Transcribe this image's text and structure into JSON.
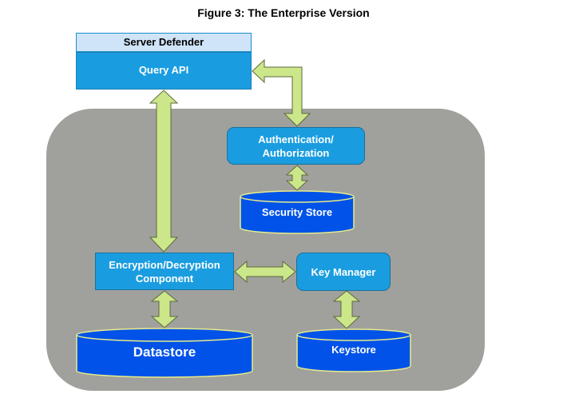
{
  "title": "Figure 3: The Enterprise Version",
  "nodes": {
    "server_defender": "Server Defender",
    "query_api": "Query API",
    "auth": [
      "Authentication/",
      "Authorization"
    ],
    "security_store": "Security Store",
    "enc_dec": [
      "Encryption/Decryption",
      "Component"
    ],
    "key_manager": "Key Manager",
    "datastore": "Datastore",
    "keystore": "Keystore"
  },
  "edges": [
    {
      "from": "query_api",
      "to": "enc_dec",
      "type": "bidirectional"
    },
    {
      "from": "query_api",
      "to": "auth",
      "type": "bidirectional"
    },
    {
      "from": "auth",
      "to": "security_store",
      "type": "bidirectional"
    },
    {
      "from": "enc_dec",
      "to": "key_manager",
      "type": "bidirectional"
    },
    {
      "from": "enc_dec",
      "to": "datastore",
      "type": "bidirectional"
    },
    {
      "from": "key_manager",
      "to": "keystore",
      "type": "bidirectional"
    }
  ],
  "colors": {
    "container": "#a0a19c",
    "box": "#1a9de0",
    "header": "#cfe4f8",
    "cylinder": "#0052e8",
    "cylinder_outline": "#e8ec8a",
    "arrow": "#cce68a",
    "arrow_outline": "#5b6b3d"
  }
}
